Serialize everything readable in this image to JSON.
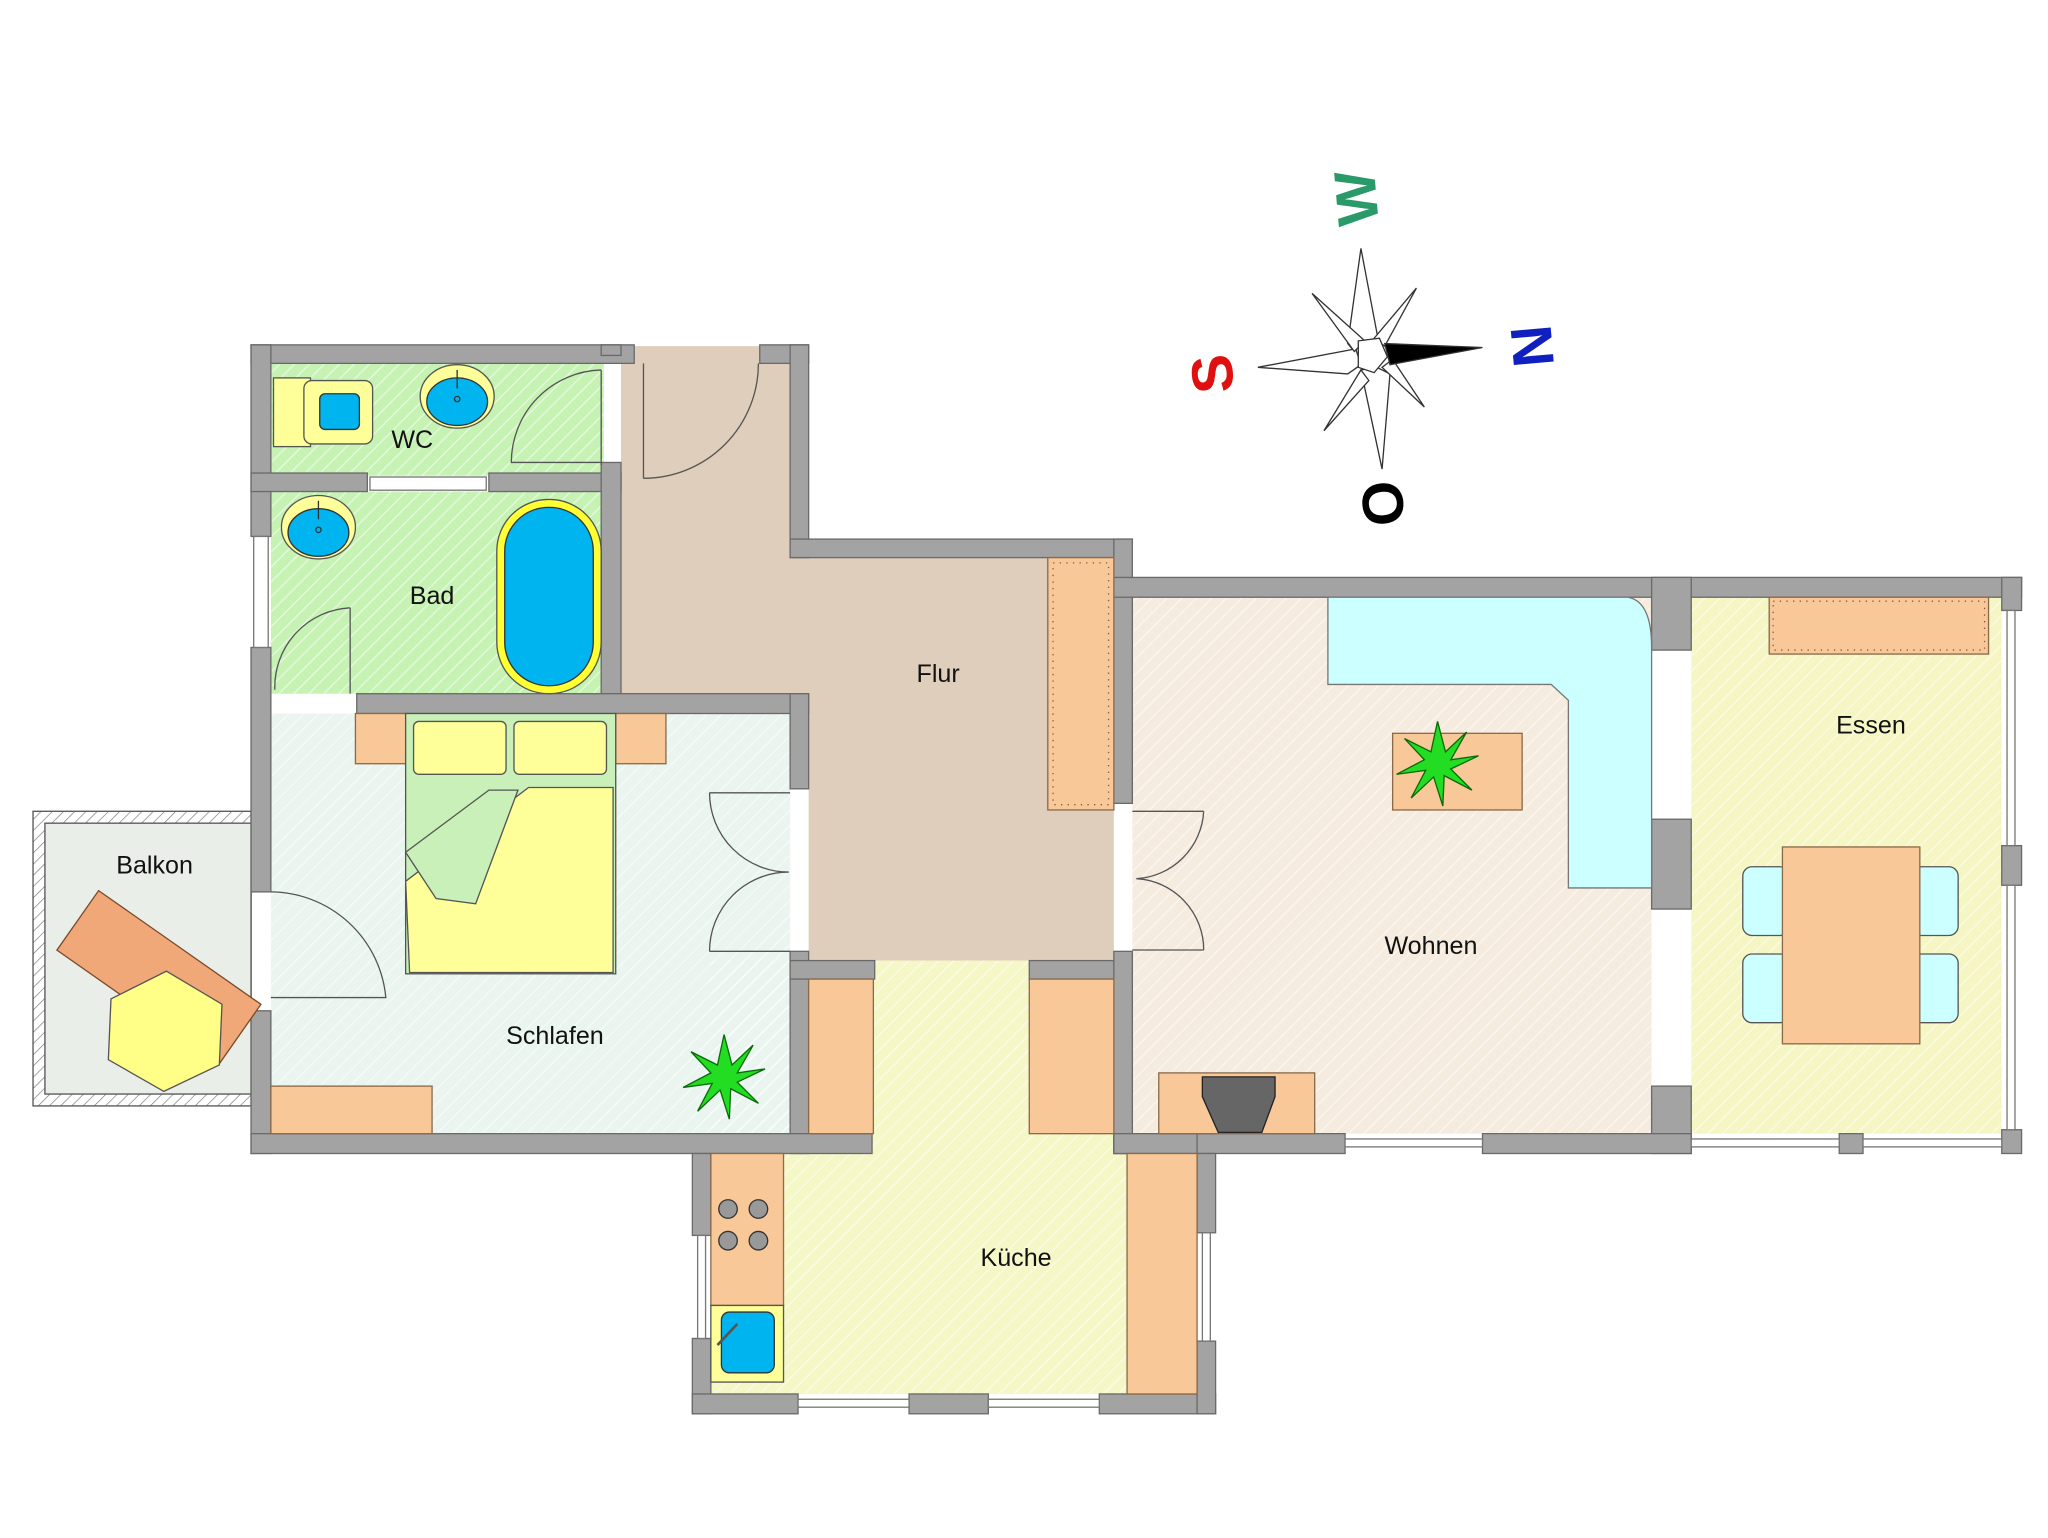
{
  "rooms": {
    "wc": "WC",
    "bad": "Bad",
    "flur": "Flur",
    "schlafen": "Schlafen",
    "balkon": "Balkon",
    "kueche": "Küche",
    "wohnen": "Wohnen",
    "essen": "Essen"
  },
  "compass": {
    "north": "N",
    "south": "S",
    "west": "W",
    "east": "O"
  },
  "colors": {
    "north": "#1020c0",
    "south": "#e01010",
    "west": "#2a9a6a",
    "east": "#000000"
  }
}
